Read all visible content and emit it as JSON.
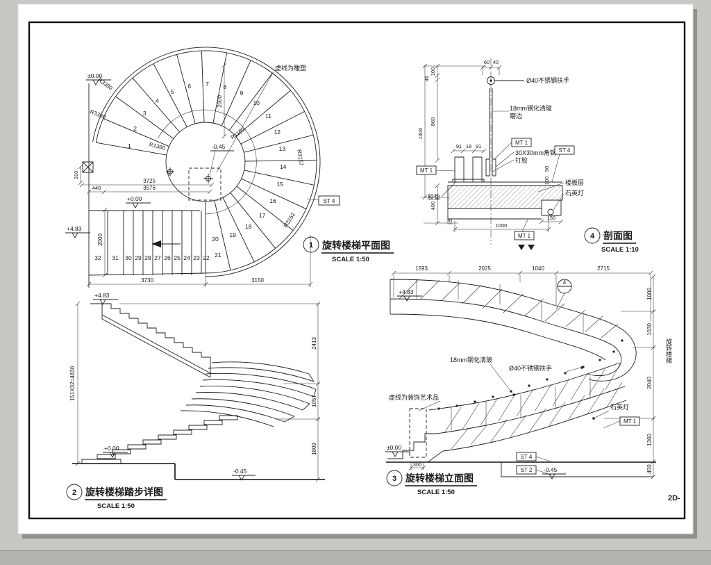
{
  "page": {
    "corner_label": "2D-"
  },
  "plan": {
    "bubble": "1",
    "title": "旋转楼梯平面图",
    "scale": "SCALE 1:50",
    "note": "虚线为雕塑",
    "tag_st4": "ST 4",
    "level_top_left": "±0.00",
    "level_left": "+4.83",
    "level_flight": "+0.00",
    "level_center": "-0.45",
    "radii": [
      "R3380",
      "R3360",
      "R1360",
      "R1150",
      "R3157",
      "R3152"
    ],
    "dim_3725": "3725",
    "dim_3576": "3576",
    "dim_440": "440",
    "dim_310": "310",
    "dim_2000_left": "2000",
    "dim_2000_top": "2000",
    "dim_3730": "3730",
    "dim_3150": "3150",
    "treads": [
      "1",
      "2",
      "3",
      "4",
      "5",
      "6",
      "7",
      "8",
      "9",
      "10",
      "11",
      "12",
      "13",
      "14",
      "15",
      "16",
      "17",
      "18",
      "19",
      "20",
      "21",
      "22",
      "23",
      "24",
      "25",
      "26",
      "27",
      "28",
      "29",
      "30",
      "31",
      "32"
    ]
  },
  "tread_detail": {
    "bubble": "2",
    "title": "旋转楼梯踏步详图",
    "scale": "SCALE 1:50",
    "level_top": "+4.83",
    "level_floor": "+0.00",
    "level_pit": "-0.45",
    "dim_total_left": "151X32=4830",
    "dims_right": [
      "2413",
      "1057",
      "1809"
    ]
  },
  "elevation": {
    "bubble": "3",
    "title": "旋转楼梯立面图",
    "scale": "SCALE 1:50",
    "detail_bubble": "4",
    "dims_top": [
      "1593",
      "2025",
      "1040",
      "2715"
    ],
    "dims_right": [
      "1000",
      "1030",
      "2040",
      "1360",
      "450"
    ],
    "dim_300": "300",
    "label_glass": "18mm钢化清玻",
    "label_handrail": "Ø40不锈钢扶手",
    "label_art": "虚线为装饰艺术品",
    "label_lamp": "石英灯",
    "tag_mt1": "MT 1",
    "tag_st4": "ST 4",
    "tag_st2": "ST 2",
    "level_top": "+4.83",
    "level_floor": "±0.00",
    "level_pit": "-0.45",
    "side_label": "旋转楼梯"
  },
  "section": {
    "bubble": "4",
    "title": "剖面图",
    "scale": "SCALE 1:10",
    "label_handrail": "Ø40不锈钢扶手",
    "label_glass_1": "18mm钢化清玻",
    "label_glass_2": "磨边",
    "label_angle": "30X30mm角钢",
    "label_glue": "打胶",
    "label_slab": "楼板层",
    "label_lamp": "石英灯",
    "label_pad": "胶垫",
    "tag_mt1_top": "MT 1",
    "tag_mt1_left": "MT 1",
    "tag_mt1_bottom": "MT 1",
    "tag_st4": "ST 4",
    "dims_top": [
      "60",
      "40"
    ],
    "dims_left": [
      "100",
      "46",
      "860",
      "1400",
      "400"
    ],
    "dims_post": [
      "91",
      "18",
      "91"
    ],
    "dims_right": [
      "50",
      "100"
    ],
    "dims_bottom": [
      "30",
      "1000",
      "150"
    ]
  }
}
